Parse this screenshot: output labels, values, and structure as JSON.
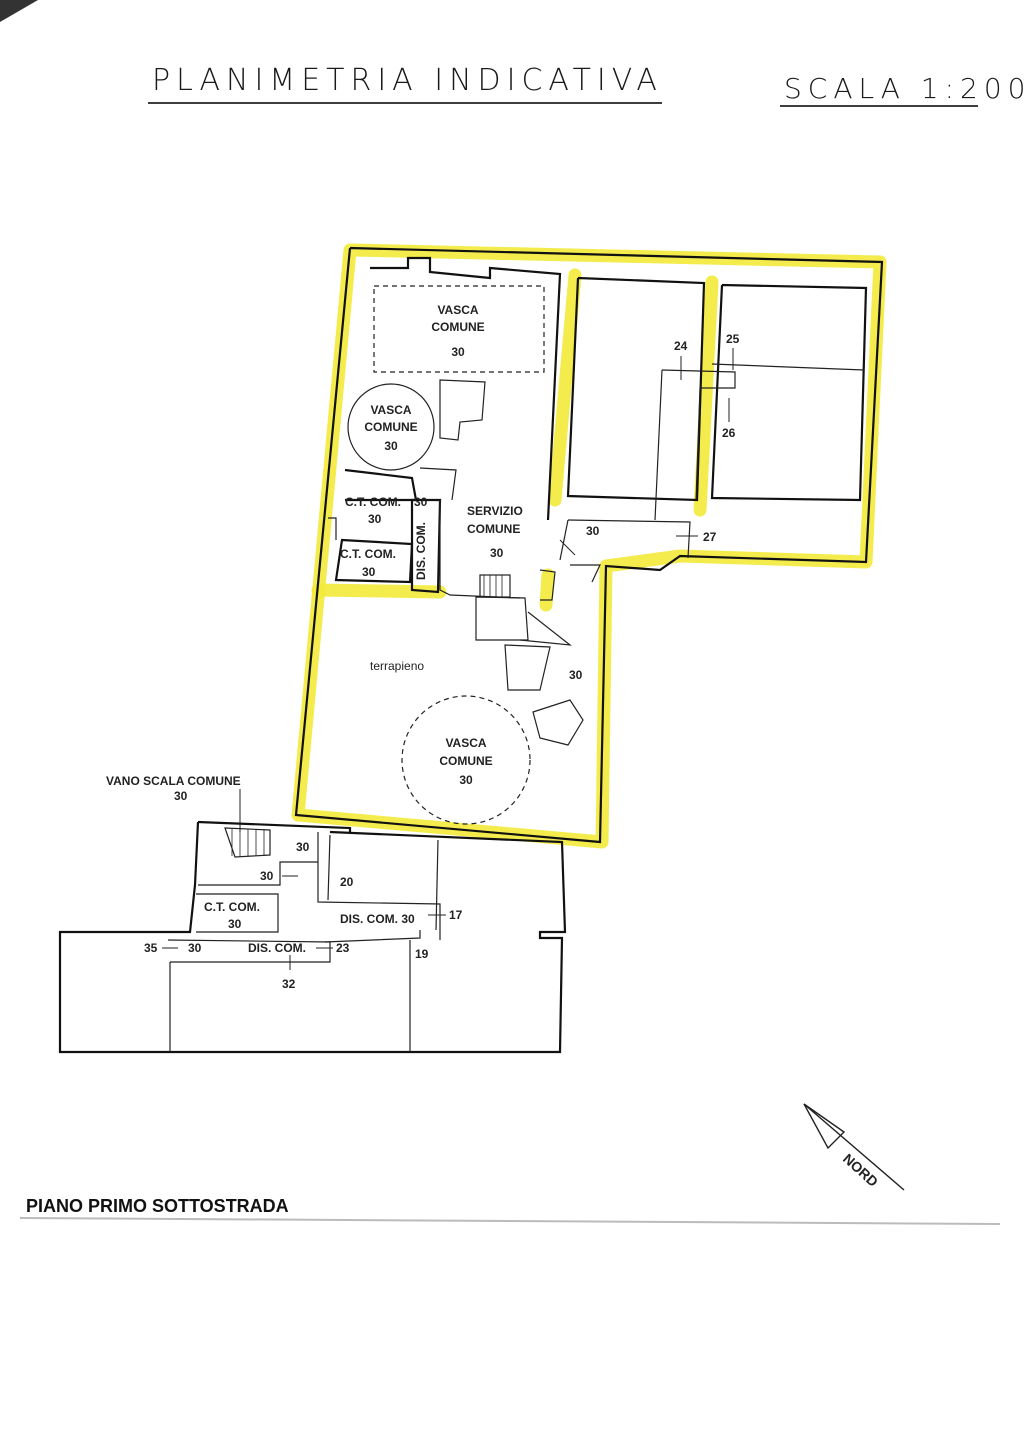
{
  "header": {
    "title": "PLANIMETRIA INDICATIVA",
    "scale": "SCALA 1:200"
  },
  "rooms": {
    "vasca_rect": {
      "line1": "VASCA",
      "line2": "COMUNE",
      "num": "30"
    },
    "vasca_circle_small": {
      "line1": "VASCA",
      "line2": "COMUNE",
      "num": "30"
    },
    "vasca_circle_large": {
      "line1": "VASCA",
      "line2": "COMUNE",
      "num": "30"
    },
    "ct_com_1": {
      "label": "C.T. COM.",
      "num": "30"
    },
    "ct_com_1_side": "30",
    "ct_com_2": {
      "label": "C.T. COM.",
      "num": "30"
    },
    "ct_com_3": {
      "label": "C.T. COM.",
      "num": "30"
    },
    "dis_com_vertical": "DIS. COM.",
    "servizio": {
      "line1": "SERVIZIO",
      "line2": "COMUNE",
      "num": "30"
    },
    "terrapieno": "terrapieno",
    "vano_scala": {
      "label": "VANO SCALA COMUNE",
      "num": "30"
    },
    "dis_com_mid": "DIS. COM. 30",
    "dis_com_low": "DIS. COM.",
    "numbers": {
      "n24": "24",
      "n25": "25",
      "n26": "26",
      "n27": "27",
      "n30_corr": "30",
      "n30_ramp": "30",
      "n30_stair_a": "30",
      "n30_stair_b": "30",
      "n20": "20",
      "n17": "17",
      "n19": "19",
      "n35": "35",
      "n30_left": "30",
      "n23": "23",
      "n32": "32"
    }
  },
  "compass": {
    "label": "NORD"
  },
  "footer": {
    "level": "PIANO PRIMO SOTTOSTRADA"
  },
  "colors": {
    "highlight": "#f3ea3a",
    "ink": "#111111"
  }
}
